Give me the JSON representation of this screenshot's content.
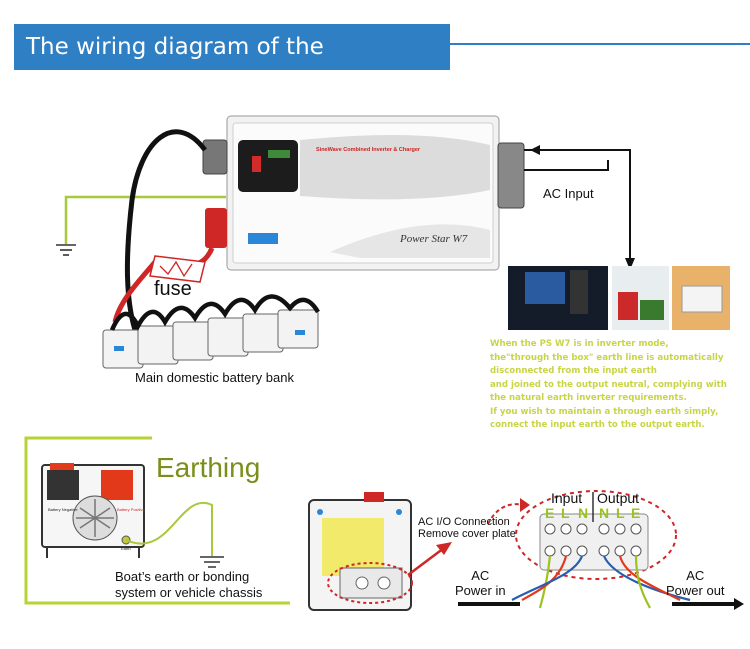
{
  "title": "The wiring diagram of the installation",
  "labels": {
    "fuse": "fuse",
    "battery_bank": "Main domestic battery bank",
    "ac_input": "AC Input",
    "earthing": "Earthing",
    "earthing_caption": [
      "Boat’s earth or bonding",
      "system or vehicle chassis"
    ],
    "io_connection": [
      "AC I/O Connection",
      "Remove cover plate"
    ],
    "input": "Input",
    "output": "Output",
    "terminals": [
      "E",
      "L",
      "N",
      "N",
      "L",
      "E"
    ],
    "ac_power_in": [
      "AC",
      "Power in"
    ],
    "ac_power_out": [
      "AC",
      "Power out"
    ],
    "panel_tag": "SineWave Combined Inverter & Charger",
    "brand": "Power Star W7",
    "battery_negative": "Battery Negative",
    "battery_positive": "Battery Positive",
    "earth": "Earth"
  },
  "note": [
    "When the PS W7 is in inverter mode,",
    "the\"through the box\" earth line is automatically",
    "disconnected from the input earth",
    "and joined to the output neutral, complying with",
    "the natural earth inverter requirements.",
    "If you wish to maintain a through earth simply,",
    "connect the input earth to the output earth."
  ],
  "colors": {
    "banner": "#2f7fc4",
    "earth_wire": "#a8c93a",
    "note_text": "#c9d447",
    "earthing_frame": "#b5d334"
  }
}
